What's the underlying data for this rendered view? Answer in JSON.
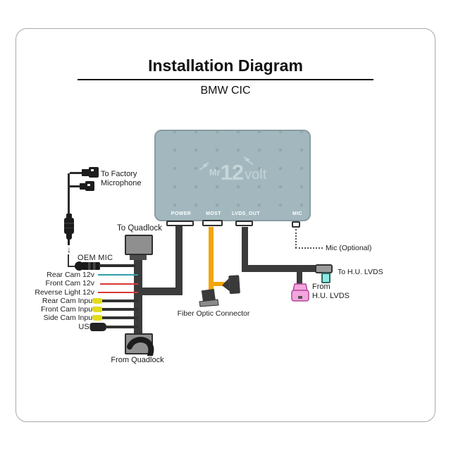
{
  "header": {
    "title": "Installation Diagram",
    "subtitle": "BMW CIC"
  },
  "device": {
    "brand": {
      "prefix": "Mr",
      "number": "12",
      "suffix": "volt"
    },
    "ports": [
      {
        "label": "POWER"
      },
      {
        "label": "MOST"
      },
      {
        "label": "LVDS_OUT"
      },
      {
        "label": "MIC"
      }
    ]
  },
  "connections": {
    "factory_mic_line1": "To Factory",
    "factory_mic_line2": "Microphone",
    "to_quadlock": "To Quadlock",
    "oem_mic": "OEM MIC",
    "from_quadlock": "From Quadlock",
    "fiber_optic": "Fiber Optic Connector",
    "mic_optional": "Mic (Optional)",
    "to_hu_lvds": "To H.U. LVDS",
    "from_hu_lvds_line1": "From",
    "from_hu_lvds_line2": "H.U. LVDS",
    "down_arrow": "↓"
  },
  "wires": [
    {
      "label": "Rear Cam 12v",
      "color": "#2e9ea8",
      "type": "wire"
    },
    {
      "label": "Front Cam 12v",
      "color": "#d93636",
      "type": "wire"
    },
    {
      "label": "Reverse Light 12v",
      "color": "#d93636",
      "type": "wire"
    },
    {
      "label": "Rear Cam Input",
      "color": "#e3dc18",
      "type": "rca"
    },
    {
      "label": "Front Cam Input",
      "color": "#e3dc18",
      "type": "rca"
    },
    {
      "label": "Side Cam Input",
      "color": "#e3dc18",
      "type": "rca"
    },
    {
      "label": "USB",
      "color": "#222222",
      "type": "usb"
    }
  ],
  "colors": {
    "device_body": "#a2b8be",
    "device_border": "#8a9ba2",
    "logo_text": "#c6d5d8",
    "cable_dark": "#3b3b3b",
    "fiber_orange": "#f2a50a",
    "hu_lvds_cyan": "#8deae2",
    "hu_lvds_pink": "#f2a6dc",
    "quadlock_gray": "#8f8f8f"
  }
}
